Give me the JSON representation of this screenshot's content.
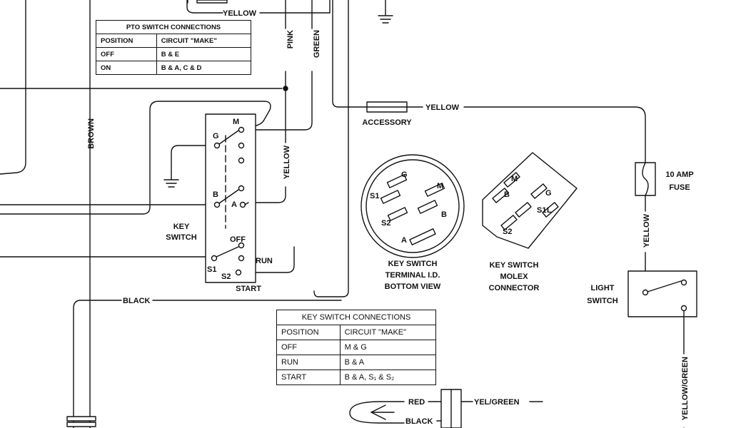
{
  "pto_table": {
    "title": "PTO SWITCH CONNECTIONS",
    "headers": [
      "POSITION",
      "CIRCUIT \"MAKE\""
    ],
    "rows": [
      {
        "position": "OFF",
        "circuit": "B & E"
      },
      {
        "position": "ON",
        "circuit": "B & A, C & D"
      }
    ]
  },
  "key_table": {
    "title": "KEY SWITCH CONNECTIONS",
    "headers": [
      "POSITION",
      "CIRCUIT \"MAKE\""
    ],
    "rows": [
      {
        "position": "OFF",
        "circuit": "M & G"
      },
      {
        "position": "RUN",
        "circuit": "B & A"
      },
      {
        "position": "START",
        "circuit": "B & A, S₁ & S₂"
      }
    ]
  },
  "wires": {
    "yellow": "YELLOW",
    "pink": "PINK",
    "green": "GREEN",
    "brown": "BROWN",
    "black": "BLACK",
    "red": "RED",
    "yel_green": "YEL/GREEN",
    "yellow_green": "YELLOW/GREEN"
  },
  "components": {
    "accessory": "ACCESSORY",
    "fuse_line1": "10 AMP",
    "fuse_line2": "FUSE",
    "light_line1": "LIGHT",
    "light_line2": "SWITCH",
    "key_line1": "KEY",
    "key_line2": "SWITCH",
    "start": "START",
    "run": "RUN",
    "off": "OFF",
    "terminal_line1": "KEY SWITCH",
    "terminal_line2": "TERMINAL I.D.",
    "terminal_line3": "BOTTOM VIEW",
    "molex_line1": "KEY SWITCH",
    "molex_line2": "MOLEX",
    "molex_line3": "CONNECTOR"
  },
  "terminals": {
    "m": "M",
    "g": "G",
    "b": "B",
    "a": "A",
    "s1": "S1",
    "s2": "S2",
    "l": "L"
  }
}
